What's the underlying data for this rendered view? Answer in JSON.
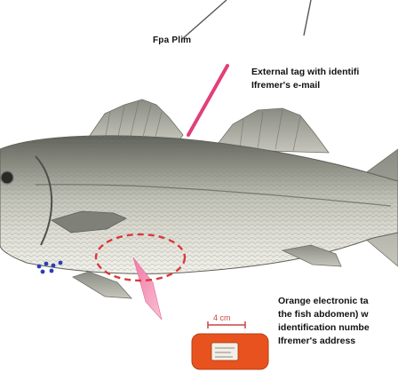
{
  "labels": {
    "top_label": "Fpa Plim",
    "external_tag_line1": "External tag with identifi",
    "external_tag_line2": "Ifremer's e-mail",
    "orange_tag_line1": "Orange electronic ta",
    "orange_tag_line2": "the fish abdomen) w",
    "orange_tag_line3": "identification numbe",
    "orange_tag_line4": "Ifremer's address",
    "scale_label": "4 cm"
  },
  "colors": {
    "background": "#ffffff",
    "fish_body": "#b9b9ae",
    "fish_back": "#6f7166",
    "fish_belly": "#ecece4",
    "external_tag": "#e0407a",
    "internal_tag_dots": "#2a3fb0",
    "dashed_ellipse": "#d93a3a",
    "orange_tag": "#e8521e"
  }
}
